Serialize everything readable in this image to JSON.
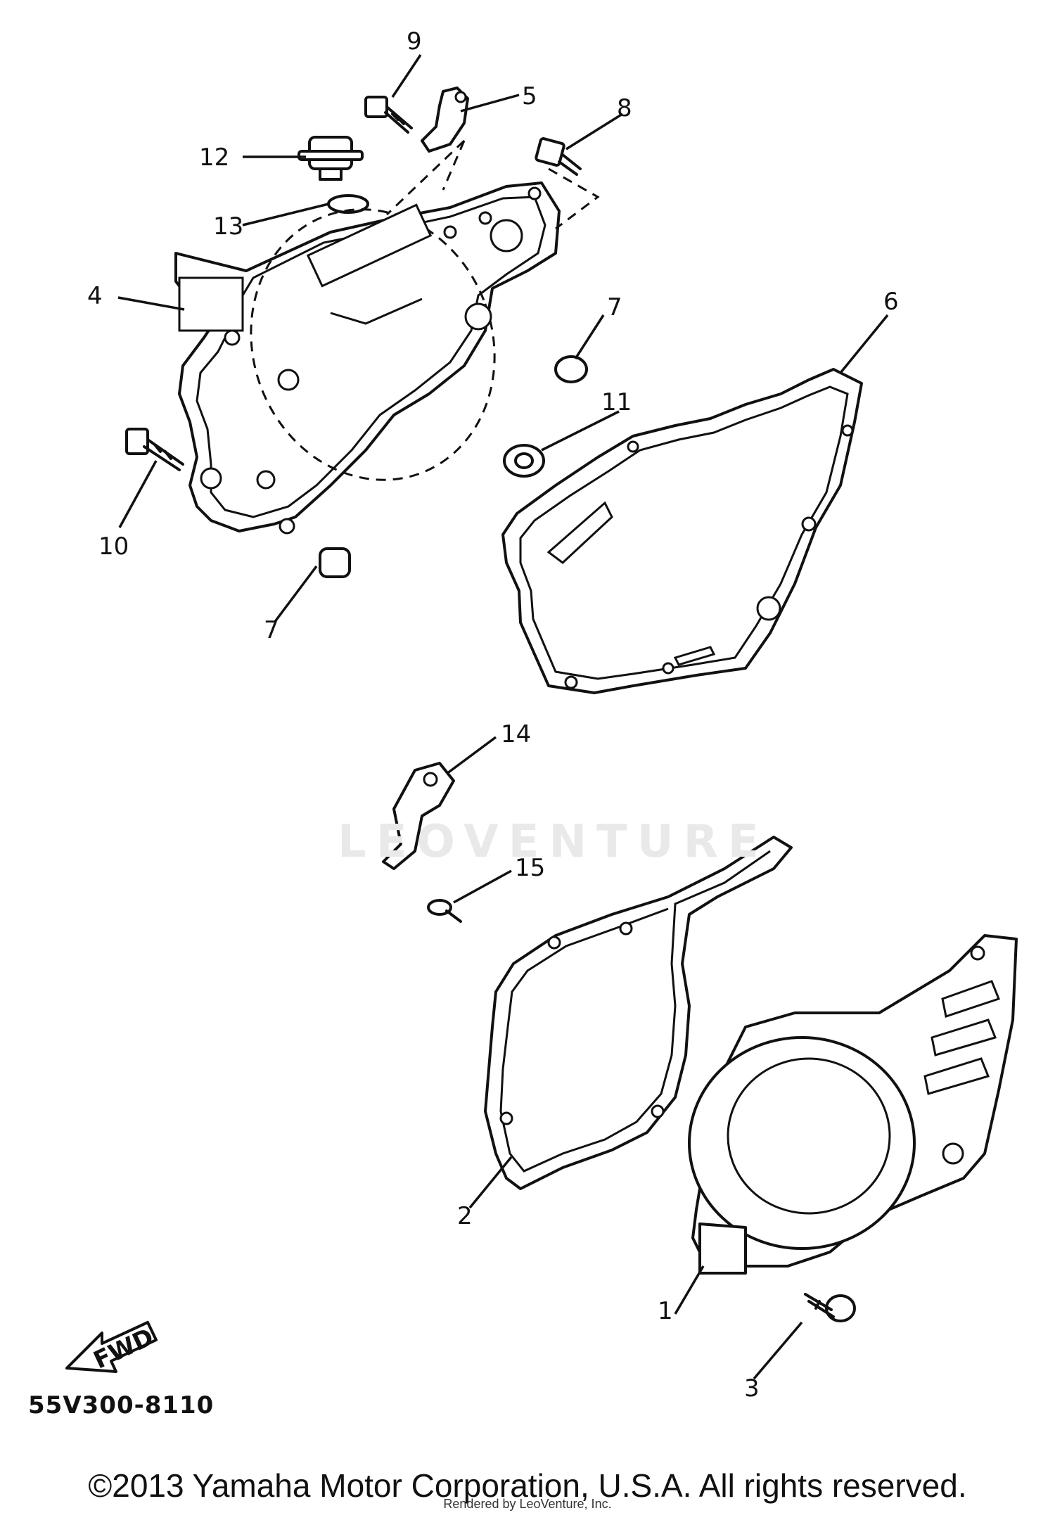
{
  "diagram": {
    "callouts": [
      "9",
      "5",
      "8",
      "12",
      "13",
      "4",
      "7",
      "6",
      "11",
      "10",
      "7",
      "14",
      "15",
      "2",
      "1",
      "3"
    ],
    "fwd_label": "FWD",
    "code_label": "55V300-8110",
    "watermark": "LEOVENTURE"
  },
  "footer": {
    "copyright": "©2013 Yamaha Motor Corporation, U.S.A. All rights reserved.",
    "rendered_by": "Rendered by LeoVenture, Inc."
  }
}
